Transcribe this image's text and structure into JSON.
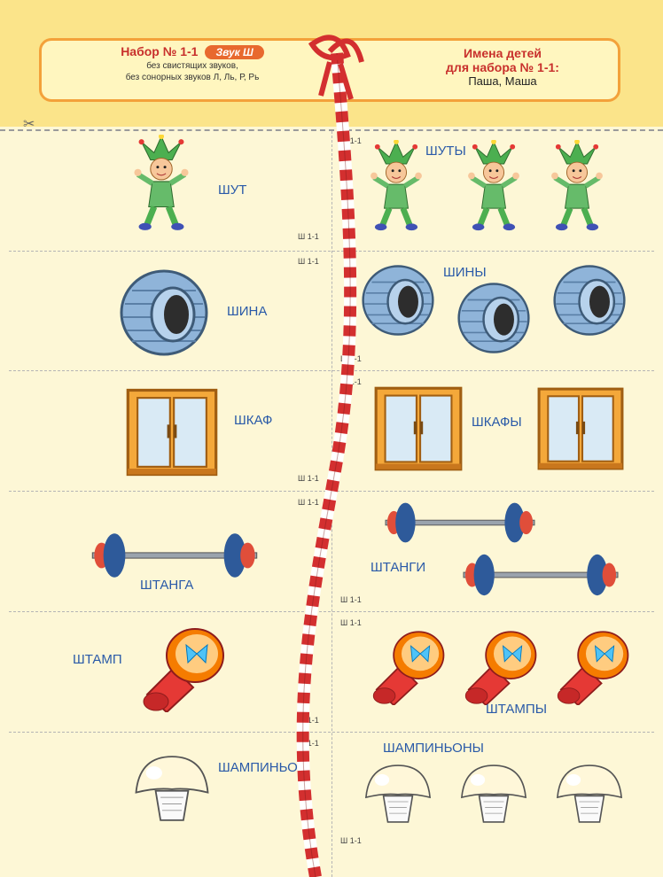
{
  "header": {
    "set_title": "Набор № 1-1",
    "sound_badge": "Звук Ш",
    "line1": "без свистящих звуков,",
    "line2": "без сонорных звуков Л, Ль, Р, Рь",
    "names_title_1": "Имена детей",
    "names_title_2": "для набора № 1-1:",
    "names": "Паша, Маша"
  },
  "code": "Ш 1-1",
  "rows": [
    {
      "single": "ШУТ",
      "plural": "ШУТЫ",
      "icon": "jester-icon"
    },
    {
      "single": "ШИНА",
      "plural": "ШИНЫ",
      "icon": "tire-icon"
    },
    {
      "single": "ШКАФ",
      "plural": "ШКАФЫ",
      "icon": "wardrobe-icon"
    },
    {
      "single": "ШТАНГА",
      "plural": "ШТАНГИ",
      "icon": "barbell-icon"
    },
    {
      "single": "ШТАМП",
      "plural": "ШТАМПЫ",
      "icon": "stamp-icon"
    },
    {
      "single": "ШАМПИНЬОН",
      "plural": "ШАМПИНЬОНЫ",
      "icon": "mushroom-icon"
    }
  ],
  "colors": {
    "title_red": "#c8302c",
    "word_blue": "#2a5aa8",
    "badge": "#e8692e",
    "frame": "#f3a13a"
  }
}
